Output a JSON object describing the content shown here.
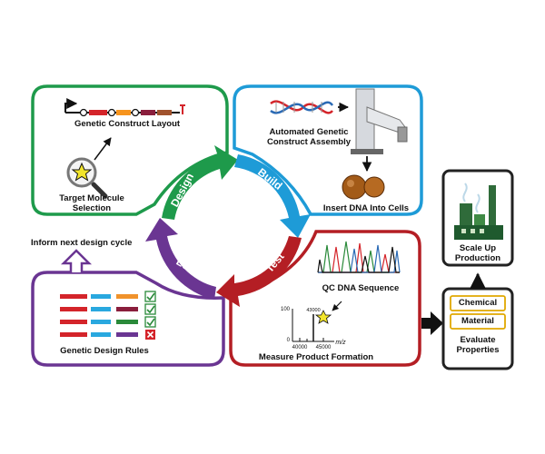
{
  "design_panel": {
    "construct_label": "Genetic Construct Layout",
    "target_label_1": "Target Molecule",
    "target_label_2": "Selection",
    "color": "#1e9a4b"
  },
  "build_panel": {
    "assembly_label_1": "Automated Genetic",
    "assembly_label_2": "Construct Assembly",
    "insert_label": "Insert DNA Into Cells",
    "color": "#1e9bd7"
  },
  "test_panel": {
    "qc_label": "QC DNA Sequence",
    "measure_label": "Measure Product Formation",
    "ms_axis_y": "100",
    "ms_axis_y0": "0",
    "ms_peak": "43000",
    "ms_tick_1": "40000",
    "ms_tick_2": "45000",
    "ms_axis_x": "m/z",
    "color": "#b41e24"
  },
  "learn_panel": {
    "rules_label": "Genetic Design Rules",
    "inform_label": "Inform next design cycle",
    "color": "#6a3592"
  },
  "cycle": {
    "design": "Design",
    "build": "Build",
    "test": "Test",
    "learn": "Learn"
  },
  "properties_panel": {
    "chemical": "Chemical",
    "material": "Material",
    "evaluate_1": "Evaluate",
    "evaluate_2": "Properties"
  },
  "scaleup_panel": {
    "label_1": "Scale Up",
    "label_2": "Production"
  }
}
